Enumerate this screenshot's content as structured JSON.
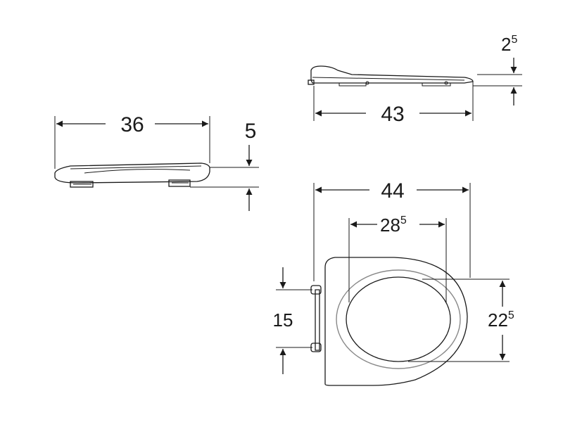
{
  "dimensions": {
    "side_length": {
      "main": "36",
      "sup": ""
    },
    "side_height": {
      "main": "5",
      "sup": ""
    },
    "top_length": {
      "main": "43",
      "sup": ""
    },
    "top_height": {
      "main": "2",
      "sup": "5"
    },
    "overall_width": {
      "main": "44",
      "sup": ""
    },
    "opening_width": {
      "main": "28",
      "sup": "5"
    },
    "hinge_spacing": {
      "main": "15",
      "sup": ""
    },
    "opening_depth": {
      "main": "22",
      "sup": "5"
    }
  },
  "colors": {
    "line": "#1a1a1a",
    "opening_rim": "#888888",
    "background": "#ffffff"
  }
}
